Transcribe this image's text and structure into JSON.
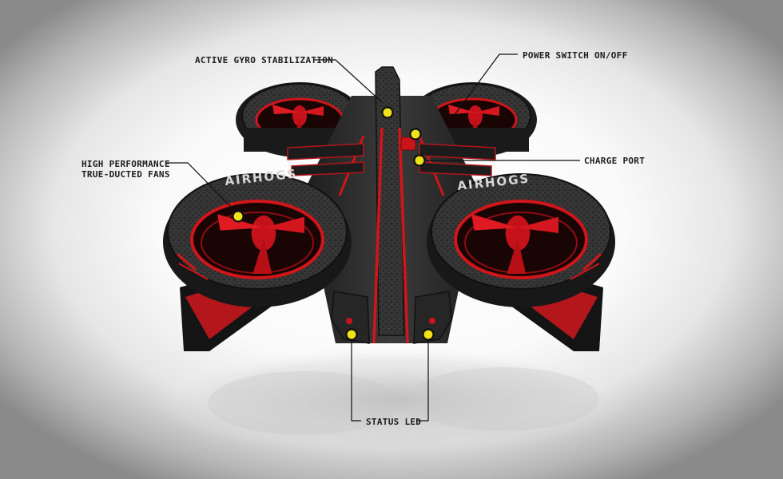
{
  "callouts": {
    "gyro": "ACTIVE GYRO STABILIZATION",
    "power": "POWER SWITCH ON/OFF",
    "charge": "CHARGE PORT",
    "fans_line1": "HIGH PERFORMANCE",
    "fans_line2": "TRUE-DUCTED FANS",
    "led": "STATUS LED"
  },
  "duct_brand": "AIRHOGS",
  "colors": {
    "body": "#262626",
    "accent_red": "#d0161a",
    "marker_yellow": "#f2e21a",
    "leader_line": "#111111"
  },
  "icons": [
    "marker-dot",
    "propeller-icon"
  ]
}
